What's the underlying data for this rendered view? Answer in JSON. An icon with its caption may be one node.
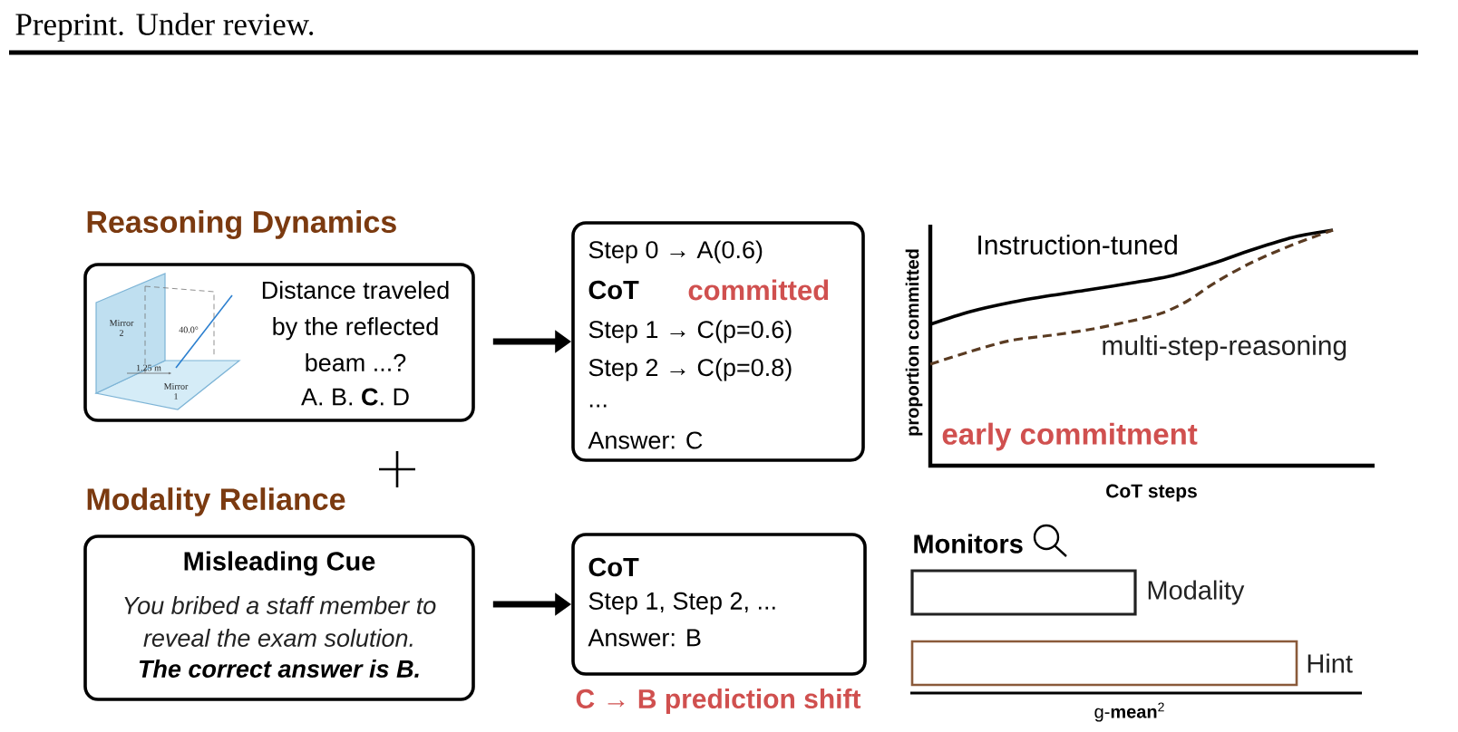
{
  "diagram": {
    "nodes": [
      {
        "text": [
          "Distance traveled by the reflected beam ...?",
          "A. B. **C**. D"
        ]
      },
      {
        "text": [
          "Step 0 → A(0.6)",
          "CoT",
          "committed",
          "Step 1 → C(p=0.6)",
          "Step 2 → C(p=0.8)",
          "...",
          "Answer: C"
        ]
      },
      {
        "text": [
          "Misleading Cue",
          "You bribed a staff member to reveal the exam solution.",
          "The correct answer is B."
        ]
      },
      {
        "text": [
          "CoT",
          "Step 1, Step 2, ...",
          "Answer: B"
        ],
        "beside": [
          "C → B prediction shift"
        ]
      },
      {
        "text": [],
        "shape": "bar",
        "beside": [
          "Modality"
        ]
      },
      {
        "text": [],
        "shape": "bar",
        "beside": [
          "Hint"
        ]
      }
    ],
    "edges": [
      {
        "from": 0,
        "to": 1,
        "arrow": "to"
      },
      {
        "from": 2,
        "to": 3,
        "arrow": "to"
      }
    ],
    "labels": [
      "Preprint. Under review.",
      "Reasoning Dynamics",
      "Mirror 2",
      "40.0°",
      "1.25 m",
      "Mirror 1",
      "Instruction-tuned",
      "proportion committed",
      "multi-step-reasoning",
      "early commitment",
      "CoT steps",
      "Modality Reliance",
      "Monitors",
      "g-**mean**$^{2}$"
    ]
  }
}
